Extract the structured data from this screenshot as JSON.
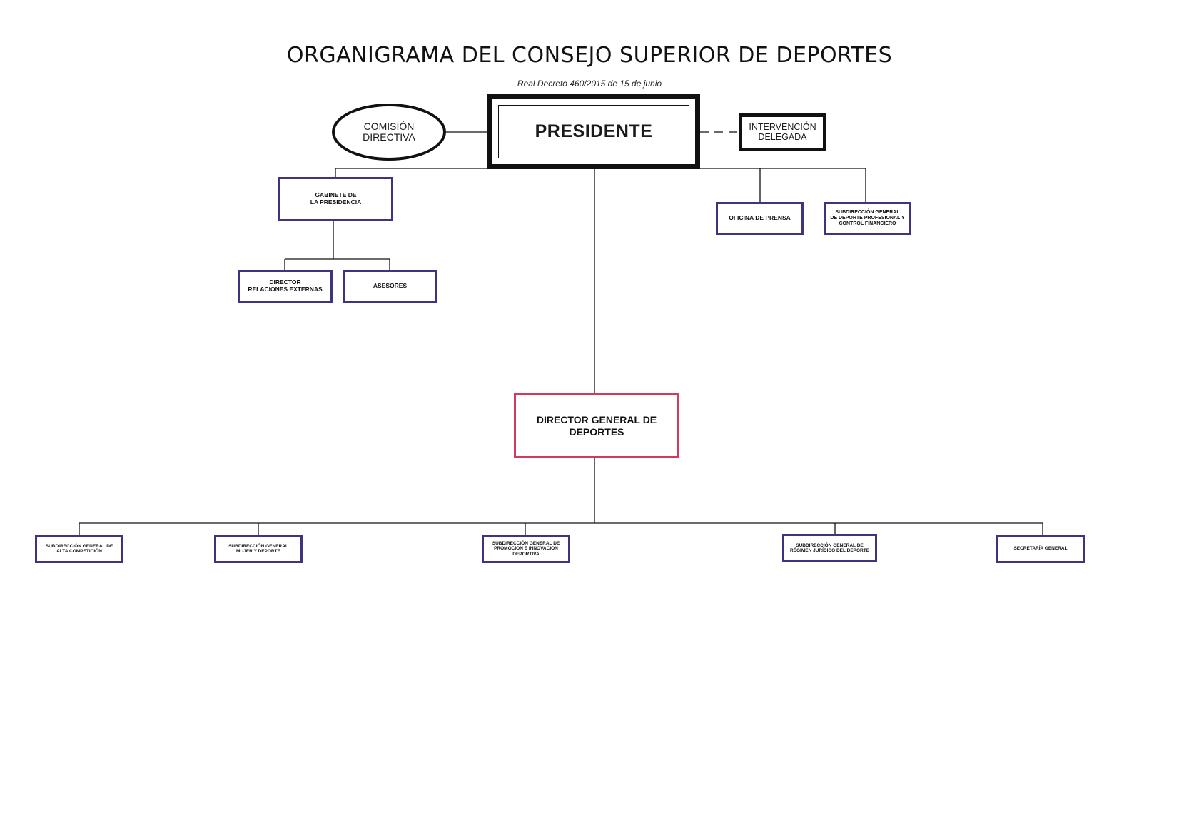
{
  "title": "ORGANIGRAMA DEL CONSEJO SUPERIOR DE DEPORTES",
  "subtitle": "Real Decreto 460/2015 de 15 de junio",
  "nodes": {
    "presidente": "PRESIDENTE",
    "comision_directiva": "COMISIÓN\nDIRECTIVA",
    "intervencion_delegada": "INTERVENCIÓN\nDELEGADA",
    "gabinete": "GABINETE DE\nLA PRESIDENCIA",
    "director_relaciones": "DIRECTOR\nRELACIONES EXTERNAS",
    "asesores": "ASESORES",
    "oficina_prensa": "OFICINA DE PRENSA",
    "subdireccion_deporte_profesional": "SUBDIRECCIÓN GENERAL\nDE DEPORTE PROFESIONAL Y\nCONTROL FINANCIERO",
    "director_general": "DIRECTOR GENERAL DE\nDEPORTES",
    "subdireccion_alta_competicion": "SUBDIRECCIÓN GENERAL DE\nALTA COMPETICIÓN",
    "subdireccion_mujer": "SUBDIRECCIÓN GENERAL\nMUJER Y DEPORTE",
    "subdireccion_promocion": "SUBDIRECCIÓN GENERAL DE\nPROMOCION E INNOVACION\nDEPORTIVA",
    "subdireccion_regimen": "SUBDIRECCIÓN GENERAL DE\nRÉGIMEN JURÍDICO DEL DEPORTE",
    "secretaria_general": "SECRETARÍA GENERAL"
  },
  "colors": {
    "unit_border": "#3d3580",
    "director_general_border": "#d43a5c",
    "line": "#111111"
  }
}
